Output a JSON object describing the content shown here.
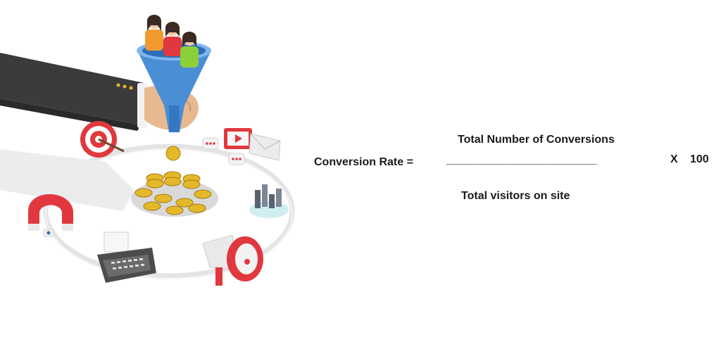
{
  "formula": {
    "lhs": "Conversion Rate =",
    "numerator": "Total Number of Conversions",
    "fraction_line": "_______________________",
    "times": "X",
    "multiplier": "100",
    "denominator": "Total visitors on site"
  },
  "illustration": {
    "icons": [
      "sales-funnel-icon",
      "people-icon",
      "hand-icon",
      "target-icon",
      "coins-icon",
      "video-icon",
      "chat-bubble-icon",
      "email-icon",
      "bar-chart-icon",
      "magnet-icon",
      "typewriter-icon",
      "megaphone-icon"
    ],
    "colors": {
      "funnel": "#4a8fd6",
      "sleeve": "#3b3b3b",
      "skin": "#e8b98f",
      "coin": "#e5b82a",
      "accent_red": "#e0383e",
      "platform": "#e6e6e6"
    }
  }
}
